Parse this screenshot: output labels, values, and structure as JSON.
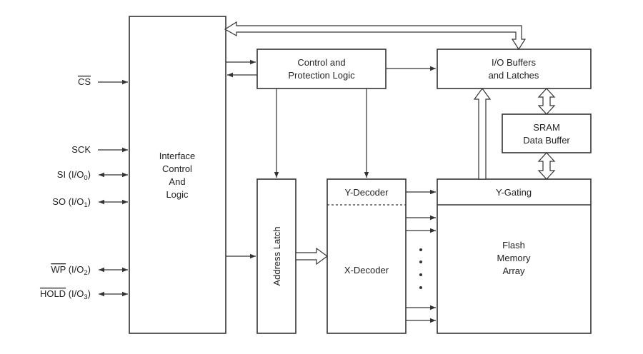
{
  "blocks": {
    "interface": [
      "Interface",
      "Control",
      "And",
      "Logic"
    ],
    "control": [
      "Control and",
      "Protection Logic"
    ],
    "io_buffers": [
      "I/O Buffers",
      "and Latches"
    ],
    "sram": [
      "SRAM",
      "Data Buffer"
    ],
    "address_latch": "Address Latch",
    "y_decoder": "Y-Decoder",
    "x_decoder": "X-Decoder",
    "y_gating": "Y-Gating",
    "flash": [
      "Flash",
      "Memory",
      "Array"
    ]
  },
  "pins": {
    "cs": {
      "overline": "CS",
      "rest": ""
    },
    "sck": {
      "plain": "SCK"
    },
    "si": {
      "plain": "SI (I/O",
      "sub": "0",
      "close": ")"
    },
    "so": {
      "plain": "SO (I/O",
      "sub": "1",
      "close": ")"
    },
    "wp": {
      "overline": "WP",
      "rest": " (I/O",
      "sub": "2",
      "close": ")"
    },
    "hold": {
      "overline": "HOLD",
      "rest": " (I/O",
      "sub": "3",
      "close": ")"
    }
  }
}
